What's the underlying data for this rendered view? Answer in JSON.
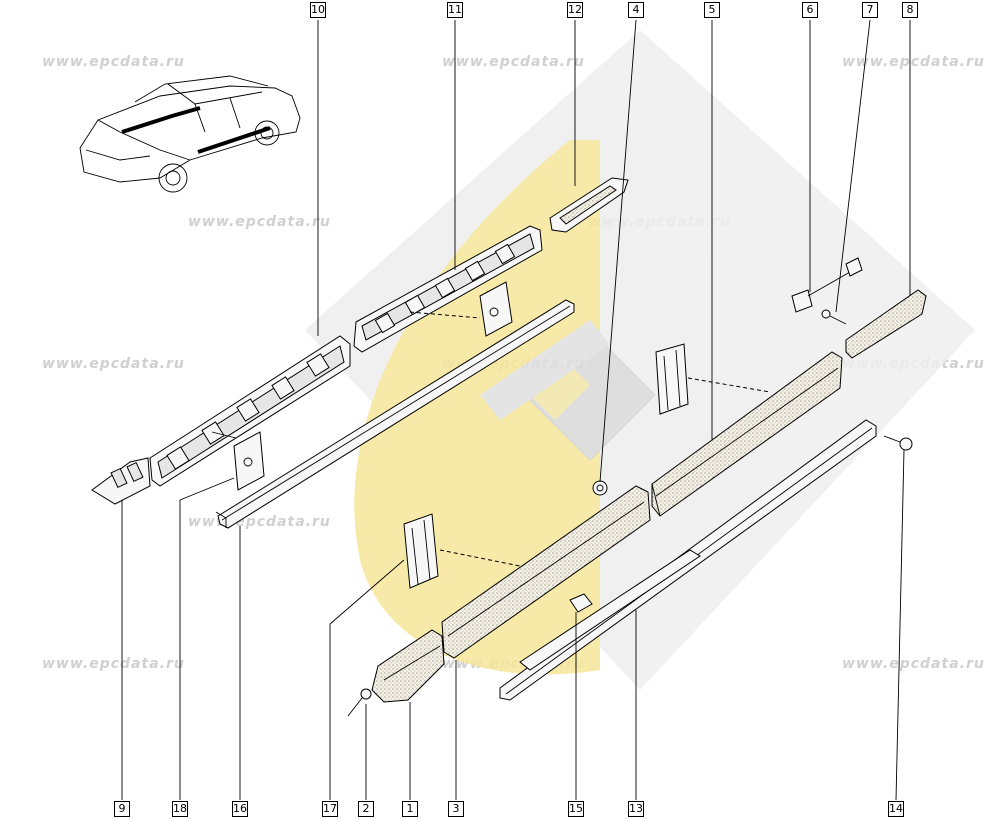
{
  "watermark": {
    "text": "www.epcdata.ru"
  },
  "callouts": [
    "10",
    "11",
    "12",
    "4",
    "5",
    "6",
    "7",
    "8",
    "9",
    "18",
    "16",
    "17",
    "2",
    "1",
    "3",
    "15",
    "13",
    "14"
  ],
  "colors": {
    "background": "#ffffff",
    "logo_yellow": "#f6e79a",
    "logo_grey": "#d9d9d9",
    "watermark": "#d0d0d0",
    "line": "#000000"
  }
}
